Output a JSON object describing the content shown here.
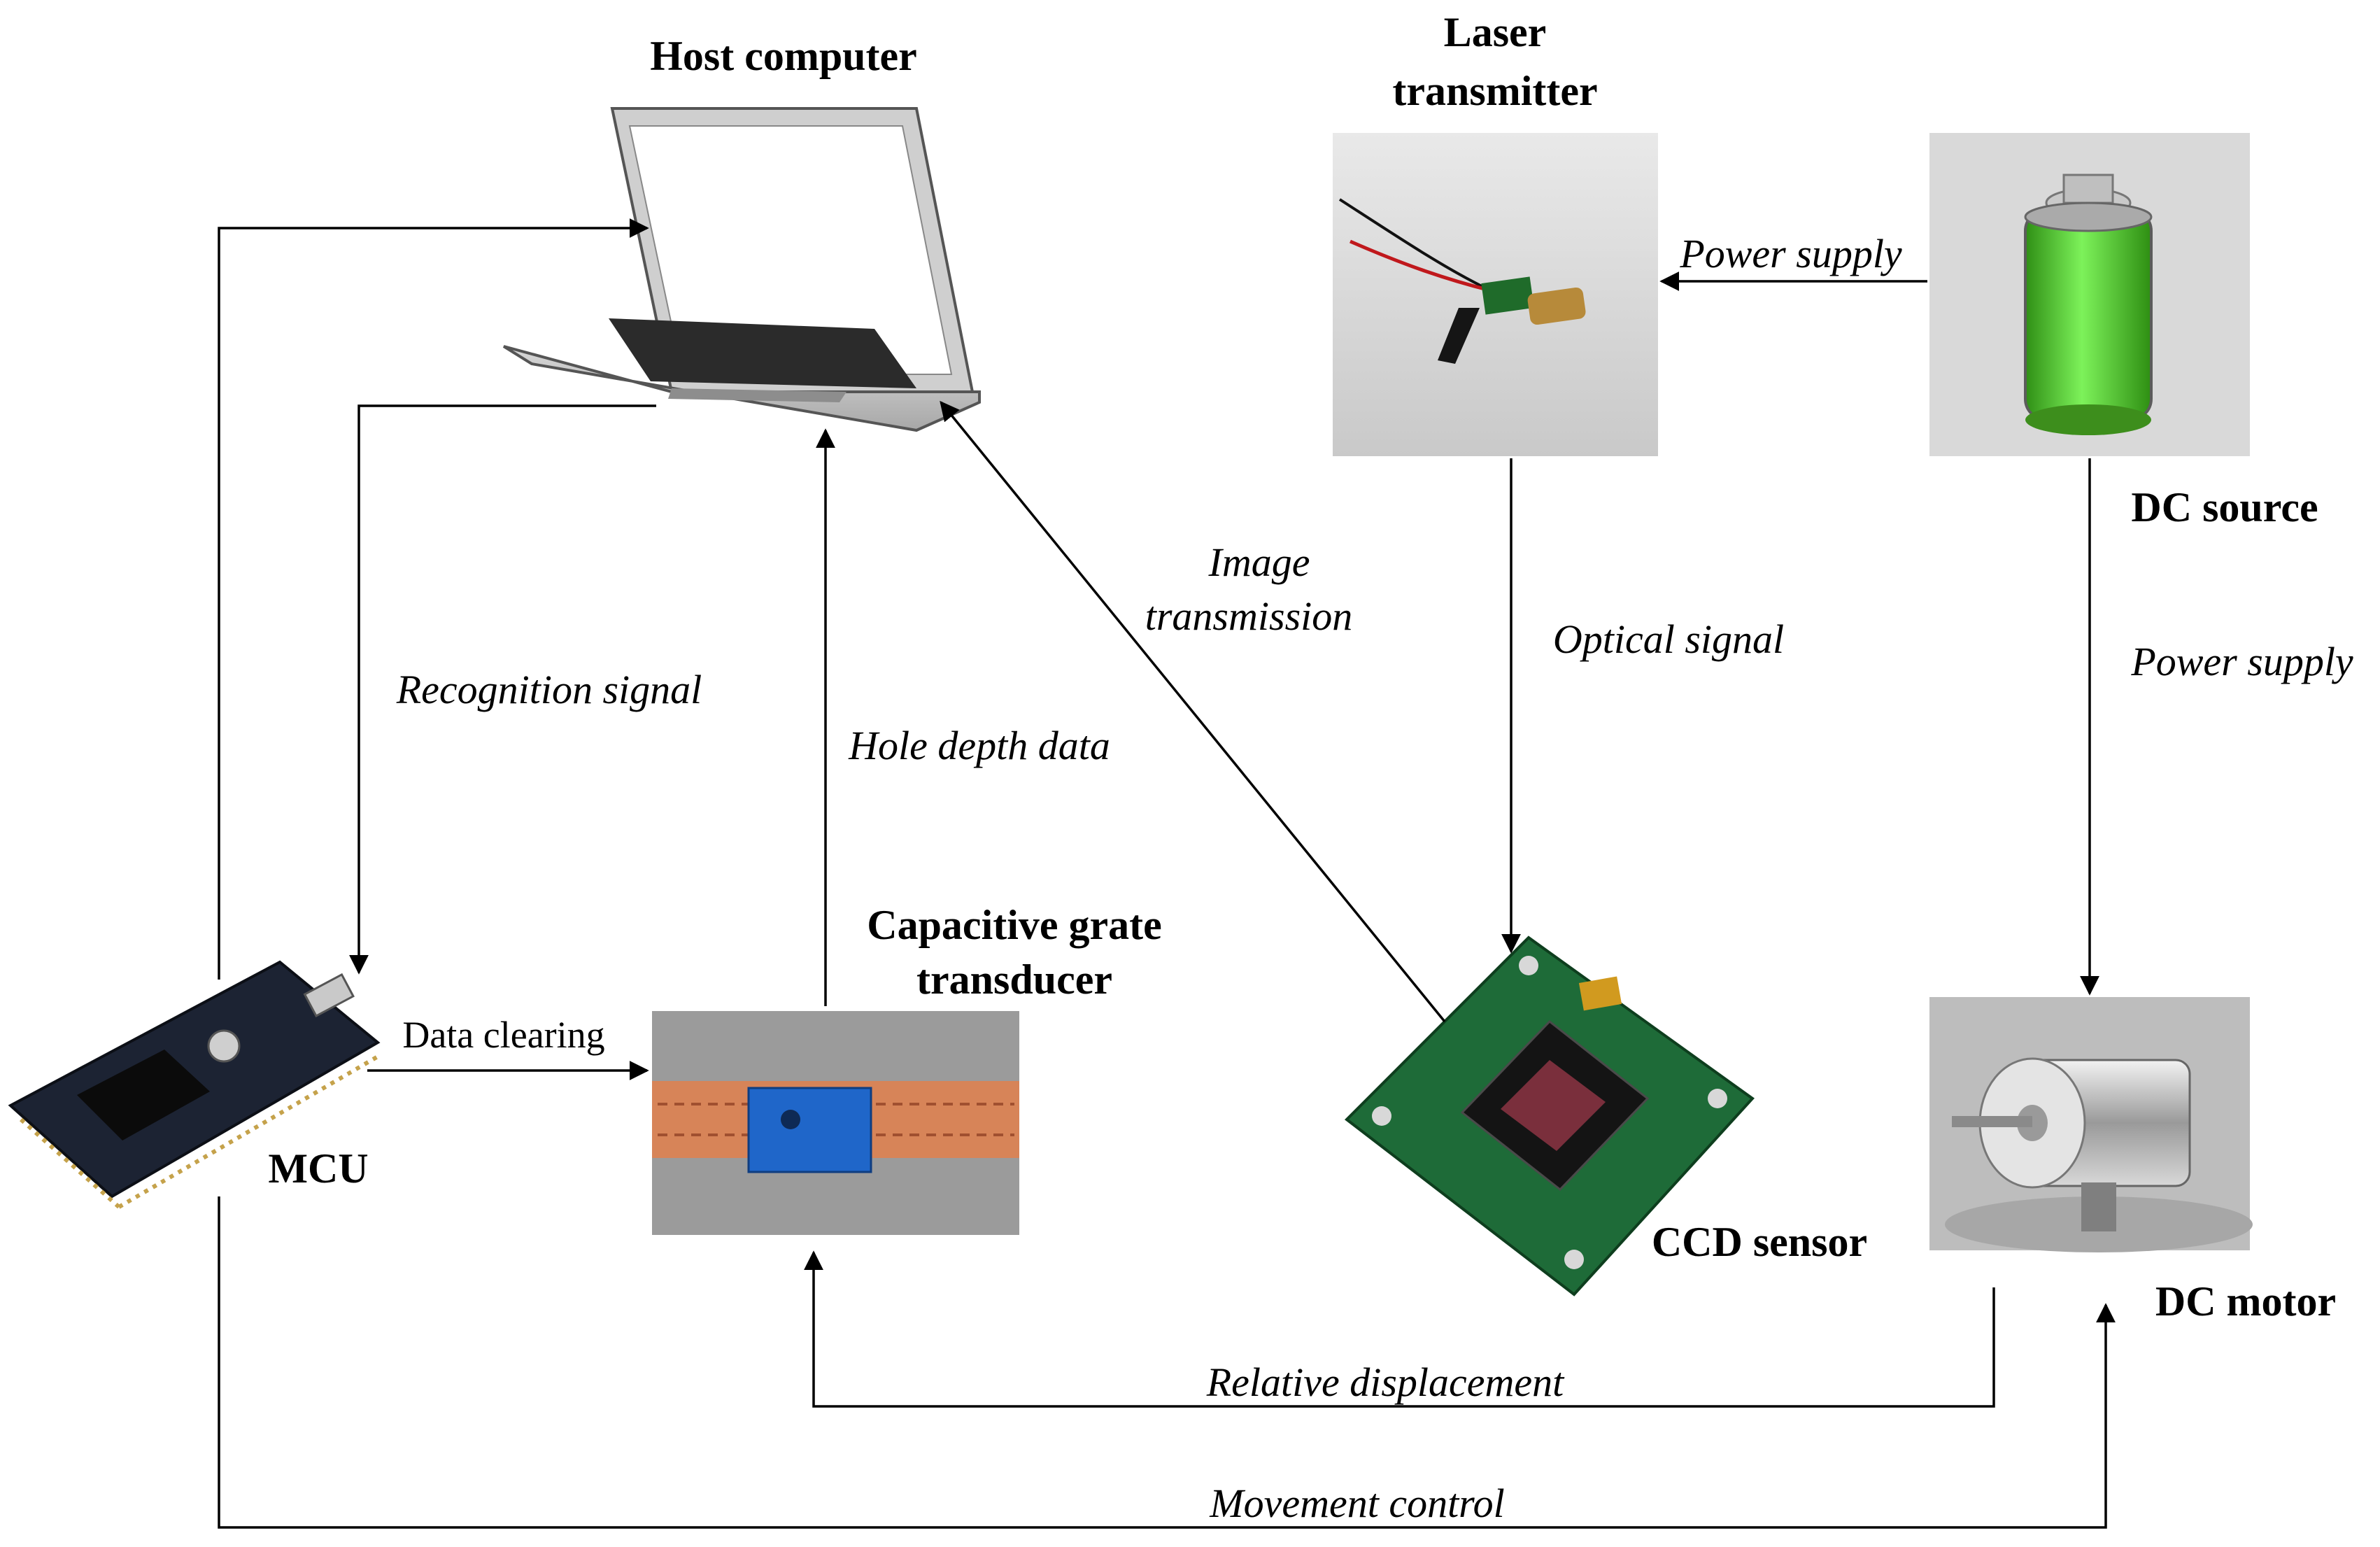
{
  "nodes": {
    "host_computer": "Host computer",
    "laser_transmitter_line1": "Laser",
    "laser_transmitter_line2": "transmitter",
    "dc_source": "DC source",
    "mcu": "MCU",
    "capacitive_line1": "Capacitive grate",
    "capacitive_line2": "transducer",
    "ccd_sensor": "CCD sensor",
    "dc_motor": "DC motor"
  },
  "edges": {
    "power_supply_laser": "Power supply",
    "power_supply_motor": "Power supply",
    "optical_signal": "Optical signal",
    "image_transmission_line1": "Image",
    "image_transmission_line2": "transmission",
    "recognition_signal": "Recognition signal",
    "hole_depth_data": "Hole depth data",
    "data_clearing": "Data clearing",
    "relative_displacement": "Relative displacement",
    "movement_control": "Movement control"
  }
}
